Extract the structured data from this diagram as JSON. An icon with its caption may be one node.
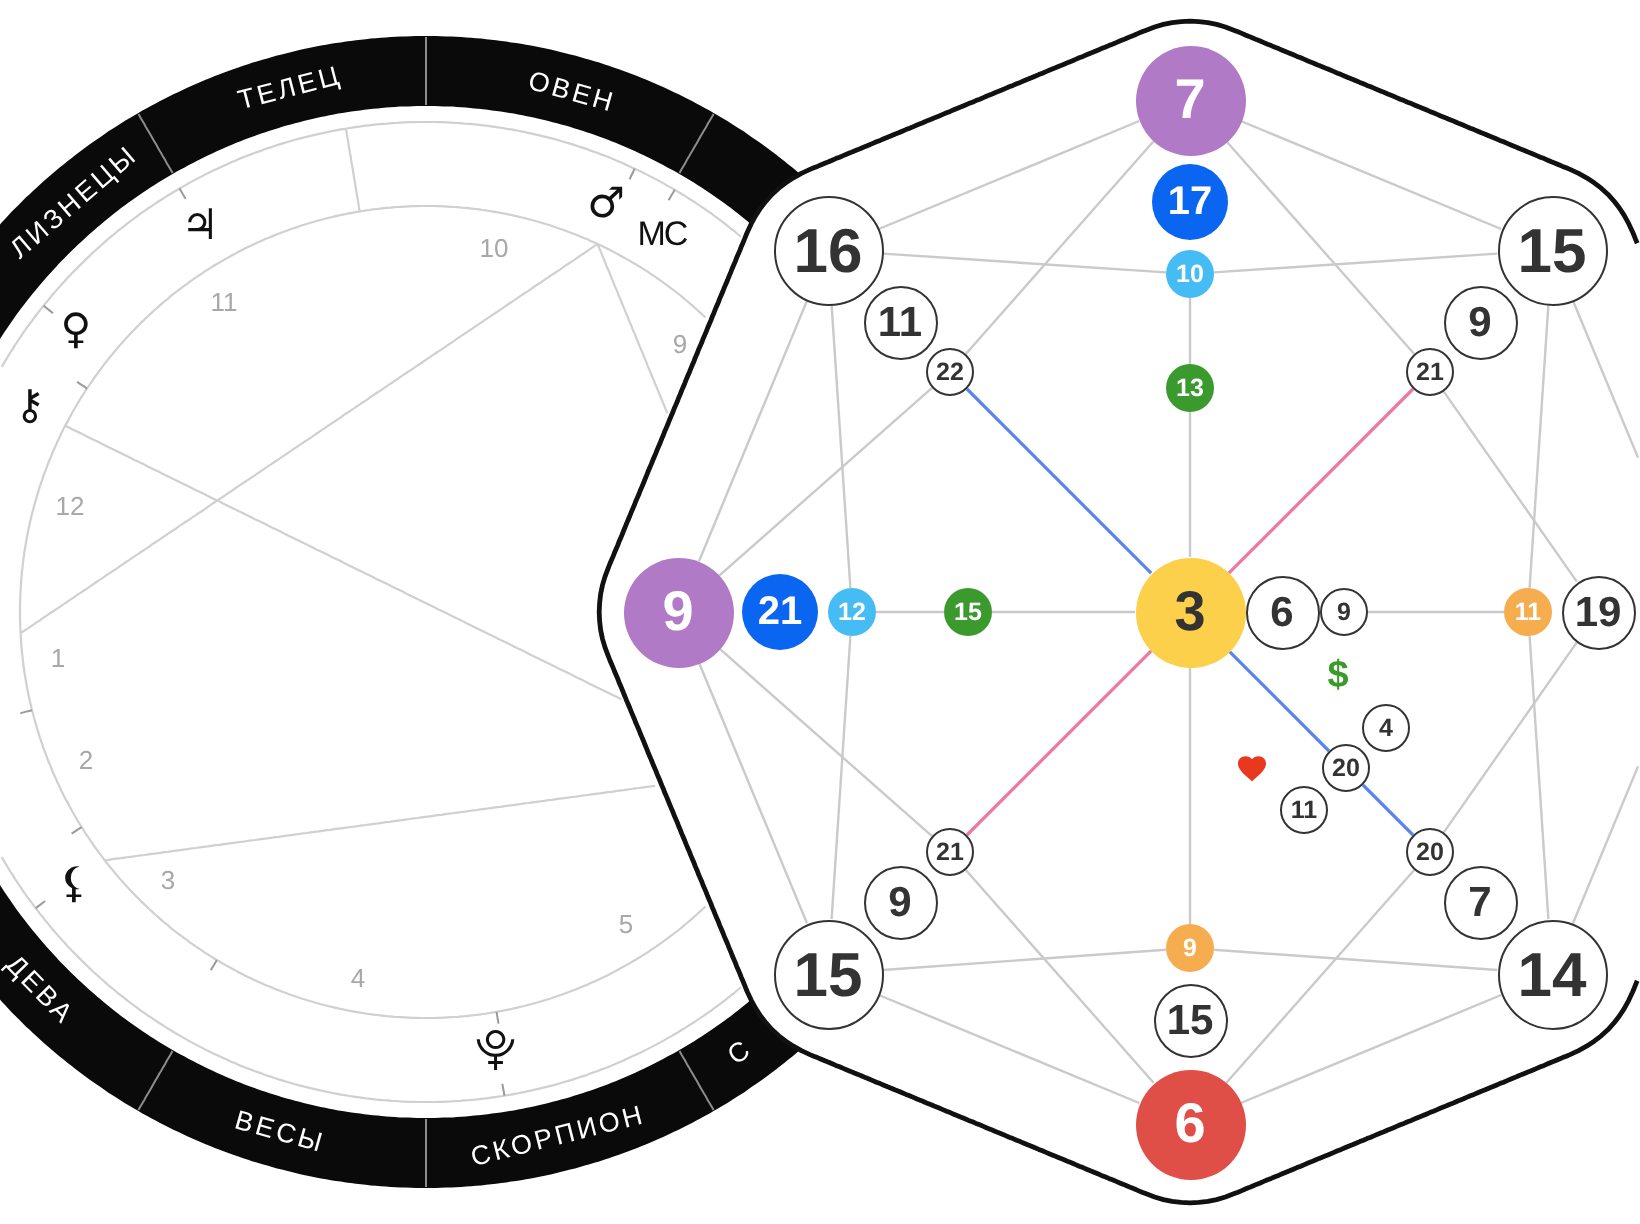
{
  "diagram": {
    "nodes": [
      {
        "text": [
          "7"
        ]
      },
      {
        "text": [
          "17"
        ]
      },
      {
        "text": [
          "16"
        ]
      },
      {
        "text": [
          "15"
        ]
      },
      {
        "text": [
          "10"
        ]
      },
      {
        "text": [
          "11"
        ]
      },
      {
        "text": [
          "9"
        ]
      },
      {
        "text": [
          "22"
        ]
      },
      {
        "text": [
          "21"
        ]
      },
      {
        "text": [
          "13"
        ]
      },
      {
        "text": [
          "9"
        ]
      },
      {
        "text": [
          "21"
        ]
      },
      {
        "text": [
          "12"
        ]
      },
      {
        "text": [
          "15"
        ]
      },
      {
        "text": [
          "3"
        ]
      },
      {
        "text": [
          "6"
        ]
      },
      {
        "text": [
          "9"
        ]
      },
      {
        "text": [
          "11"
        ]
      },
      {
        "text": [
          "19"
        ]
      },
      {
        "text": [
          "4"
        ]
      },
      {
        "text": [
          "20"
        ]
      },
      {
        "text": [
          "11"
        ]
      },
      {
        "text": [
          "21"
        ]
      },
      {
        "text": [
          "20"
        ]
      },
      {
        "text": [
          "9"
        ]
      },
      {
        "text": [
          "7"
        ]
      },
      {
        "text": [
          "9"
        ]
      },
      {
        "text": [
          "15"
        ]
      },
      {
        "text": [
          "14"
        ]
      },
      {
        "text": [
          "15"
        ]
      },
      {
        "text": [
          "6"
        ]
      }
    ],
    "edges": [
      {
        "from": 0,
        "to": 2,
        "arrow": "none"
      },
      {
        "from": 0,
        "to": 3,
        "arrow": "none"
      },
      {
        "from": 2,
        "to": 10,
        "arrow": "none"
      },
      {
        "from": 10,
        "to": 27,
        "arrow": "none"
      },
      {
        "from": 27,
        "to": 30,
        "arrow": "none"
      },
      {
        "from": 30,
        "to": 28,
        "arrow": "none"
      },
      {
        "from": 28,
        "to": null,
        "arrow": "none"
      },
      {
        "from": 3,
        "to": null,
        "arrow": "none"
      },
      {
        "from": 0,
        "to": 7,
        "arrow": "none"
      },
      {
        "from": 0,
        "to": 8,
        "arrow": "none"
      },
      {
        "from": 7,
        "to": 10,
        "arrow": "none"
      },
      {
        "from": 8,
        "to": 18,
        "arrow": "none"
      },
      {
        "from": 10,
        "to": 22,
        "arrow": "none"
      },
      {
        "from": 22,
        "to": 30,
        "arrow": "none"
      },
      {
        "from": 30,
        "to": 23,
        "arrow": "none"
      },
      {
        "from": 23,
        "to": 18,
        "arrow": "none"
      },
      {
        "from": 2,
        "to": 4,
        "arrow": "none"
      },
      {
        "from": 4,
        "to": 3,
        "arrow": "none"
      },
      {
        "from": 2,
        "to": 12,
        "arrow": "none"
      },
      {
        "from": 12,
        "to": 27,
        "arrow": "none"
      },
      {
        "from": 3,
        "to": 17,
        "arrow": "none"
      },
      {
        "from": 17,
        "to": 28,
        "arrow": "none"
      },
      {
        "from": 27,
        "to": 26,
        "arrow": "none"
      },
      {
        "from": 26,
        "to": 28,
        "arrow": "none"
      },
      {
        "from": 4,
        "to": 9,
        "arrow": "none"
      },
      {
        "from": 9,
        "to": 14,
        "arrow": "none"
      },
      {
        "from": 14,
        "to": 26,
        "arrow": "none"
      },
      {
        "from": 12,
        "to": 13,
        "arrow": "none"
      },
      {
        "from": 13,
        "to": 14,
        "arrow": "none"
      },
      {
        "from": 16,
        "to": 17,
        "arrow": "none"
      },
      {
        "from": 7,
        "to": 14,
        "arrow": "none",
        "color": "#5b84ef"
      },
      {
        "from": 8,
        "to": 14,
        "arrow": "none",
        "color": "#f0789f"
      },
      {
        "from": 14,
        "to": 22,
        "arrow": "none",
        "color": "#f0789f"
      },
      {
        "from": 14,
        "to": 20,
        "arrow": "none",
        "color": "#5b84ef"
      },
      {
        "from": 20,
        "to": 23,
        "arrow": "none",
        "color": "#5b84ef"
      }
    ],
    "labels": [
      "ТЕЛЕЦ",
      "ОВЕН",
      "ЛИЗНЕЦЫ",
      "♂",
      "♃",
      "MC",
      "10",
      "11",
      "♀",
      "9",
      "⚷",
      "12",
      "1",
      "$",
      "2",
      "⚸",
      "3",
      "5",
      "4",
      "ДЕВА",
      "С",
      "⯓",
      "ВЕСЫ",
      "СКОРПИОН"
    ]
  }
}
